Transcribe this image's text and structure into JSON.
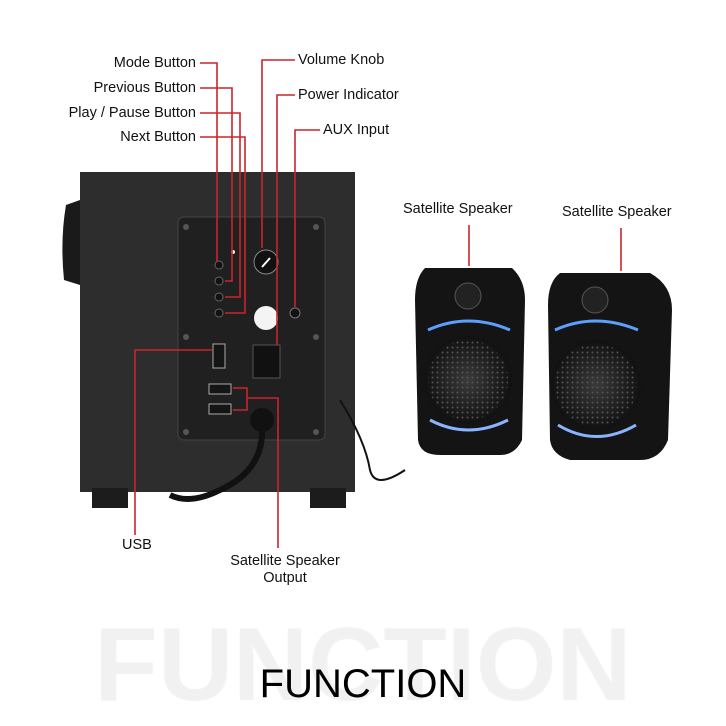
{
  "labels": {
    "mode": "Mode Button",
    "previous": "Previous Button",
    "play_pause": "Play / Pause Button",
    "next": "Next Button",
    "volume": "Volume Knob",
    "power": "Power Indicator",
    "aux": "AUX Input",
    "usb": "USB",
    "sat_output_1": "Satellite Speaker",
    "sat_output_2": "Output",
    "satellite_left": "Satellite Speaker",
    "satellite_right": "Satellite Speaker"
  },
  "watermark": "FUNCTION",
  "title": "FUNCTION",
  "colors": {
    "callout_line": "#c8262c",
    "cabinet": "#2b2b2b",
    "accent_light": "#5aa0ff"
  }
}
